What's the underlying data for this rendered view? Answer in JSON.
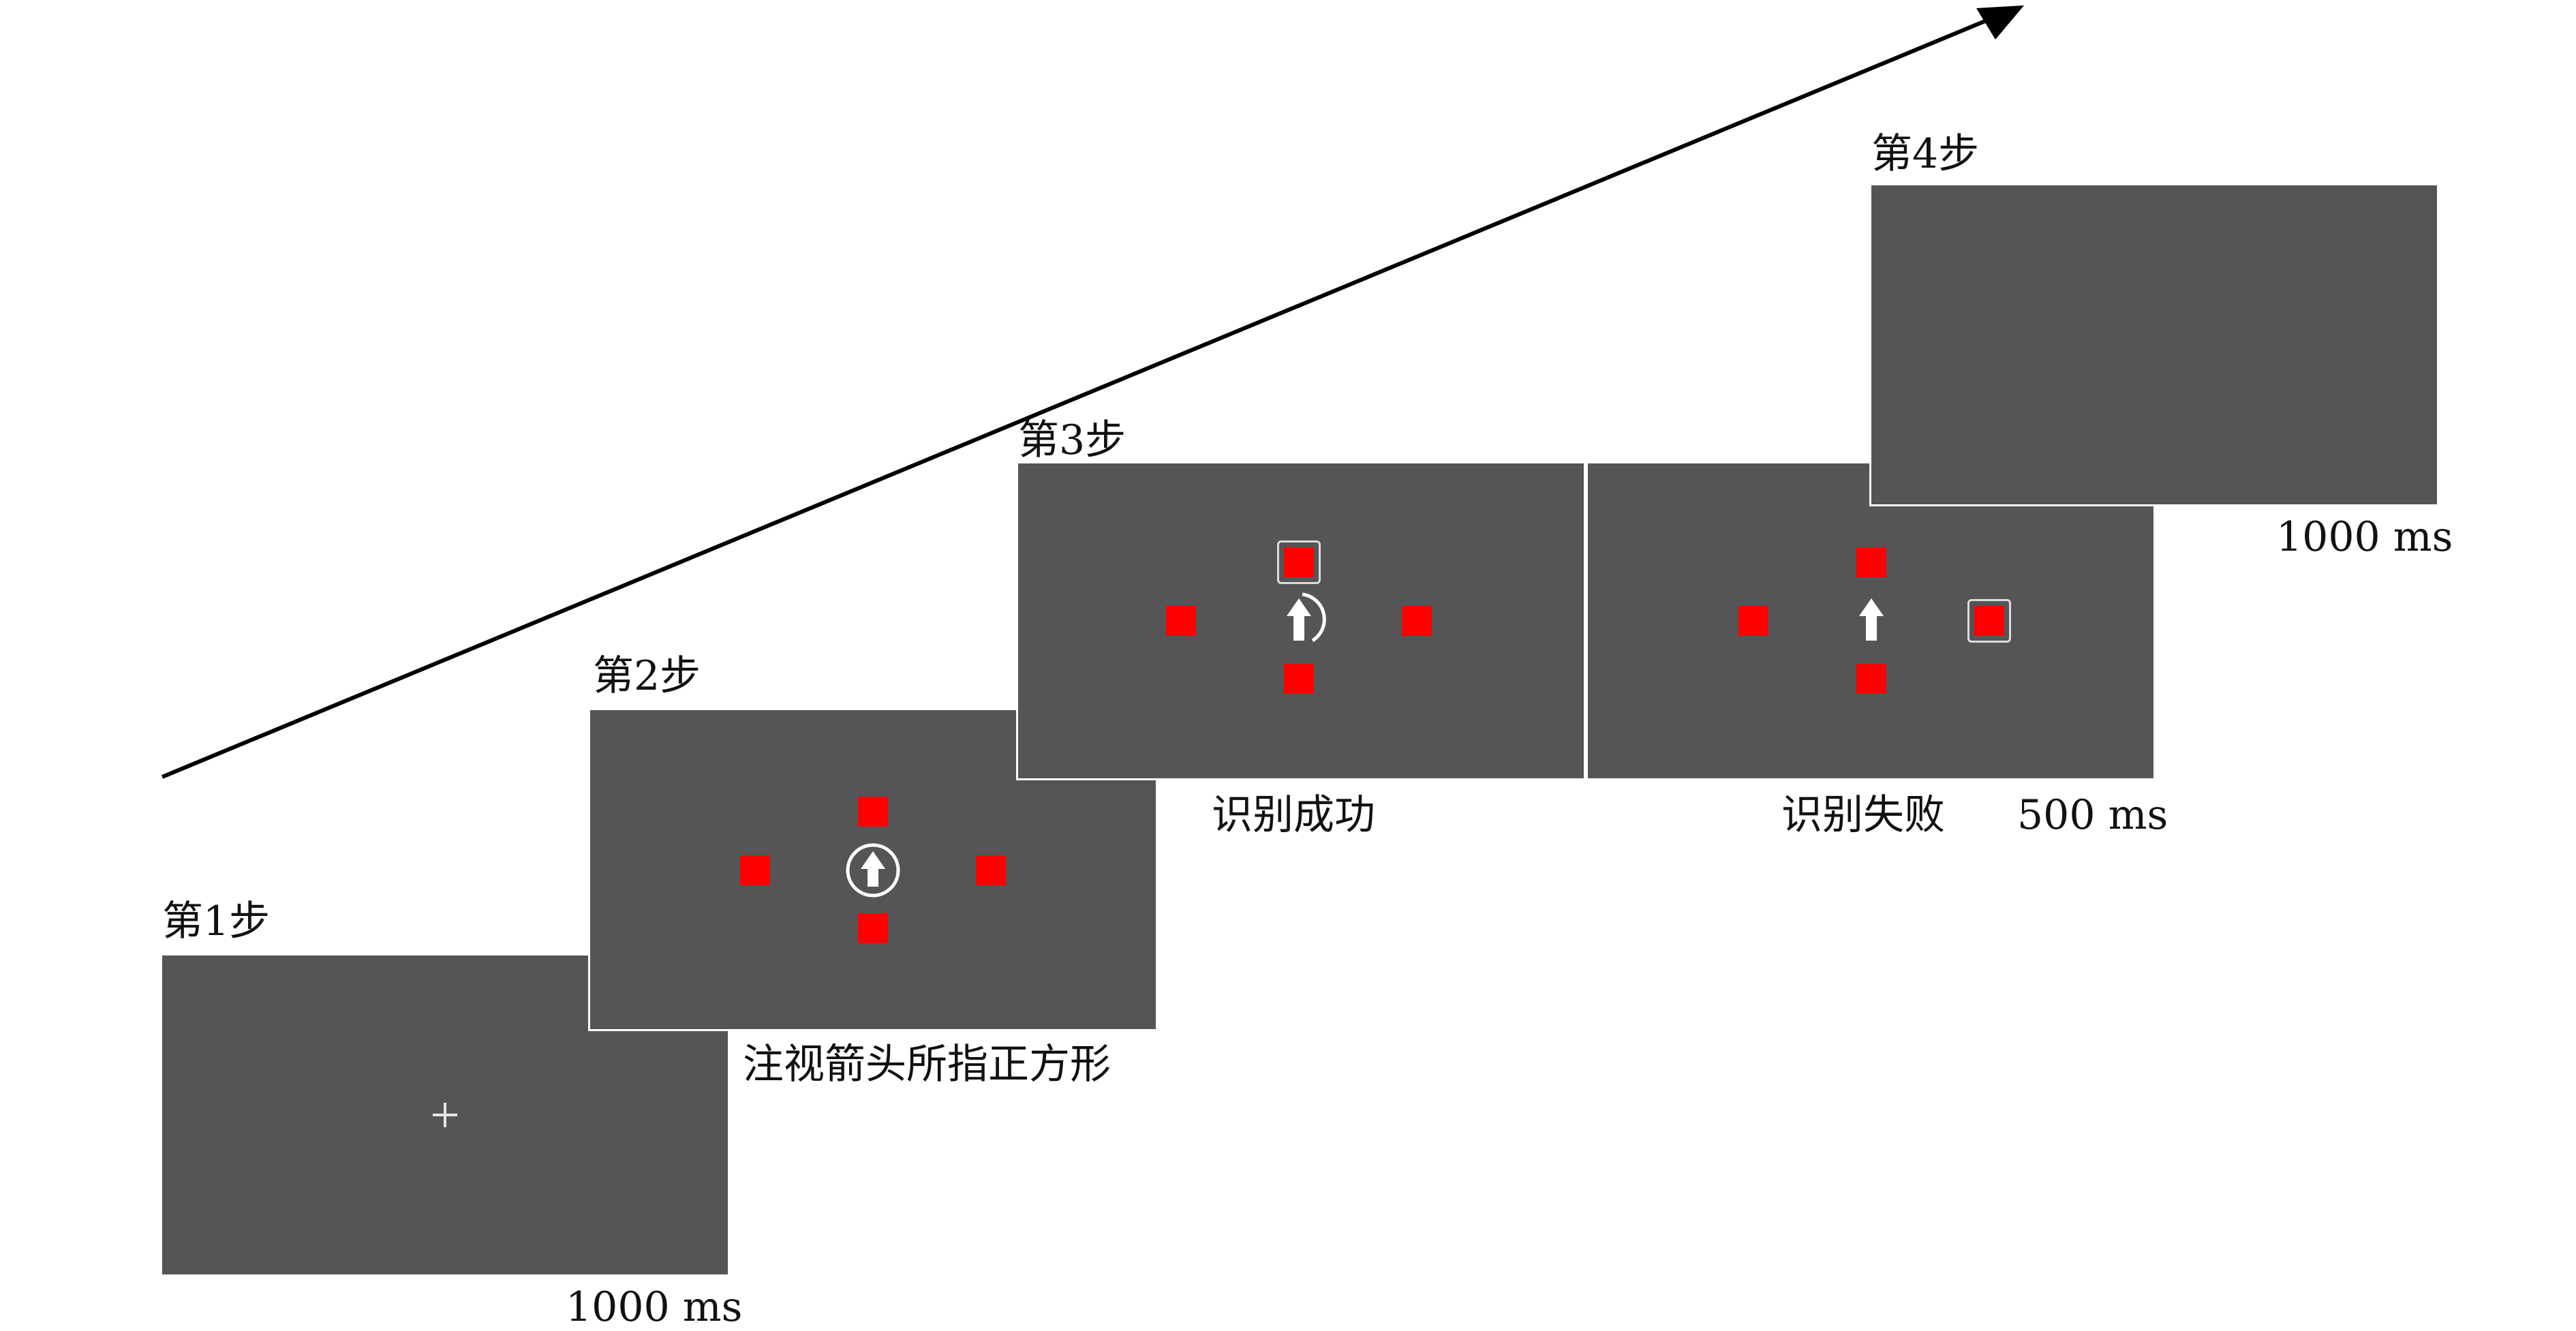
{
  "colors": {
    "screen": "#555557",
    "target": "#ff0000",
    "arrow": "#ffffff",
    "text": "#111111"
  },
  "steps": [
    {
      "label": "第1步",
      "duration": "1000 ms"
    },
    {
      "label": "第2步",
      "caption": "注视箭头所指正方形"
    },
    {
      "label": "第3步",
      "caption_success": "识别成功",
      "caption_failure": "识别失败",
      "duration": "500 ms"
    },
    {
      "label": "第4步",
      "duration": "1000 ms"
    }
  ],
  "icons": {
    "timeline": "time-arrow-icon",
    "fixation": "fixation-cross-icon",
    "cue": "up-arrow-circle-icon",
    "progress": "progress-arc-icon"
  }
}
